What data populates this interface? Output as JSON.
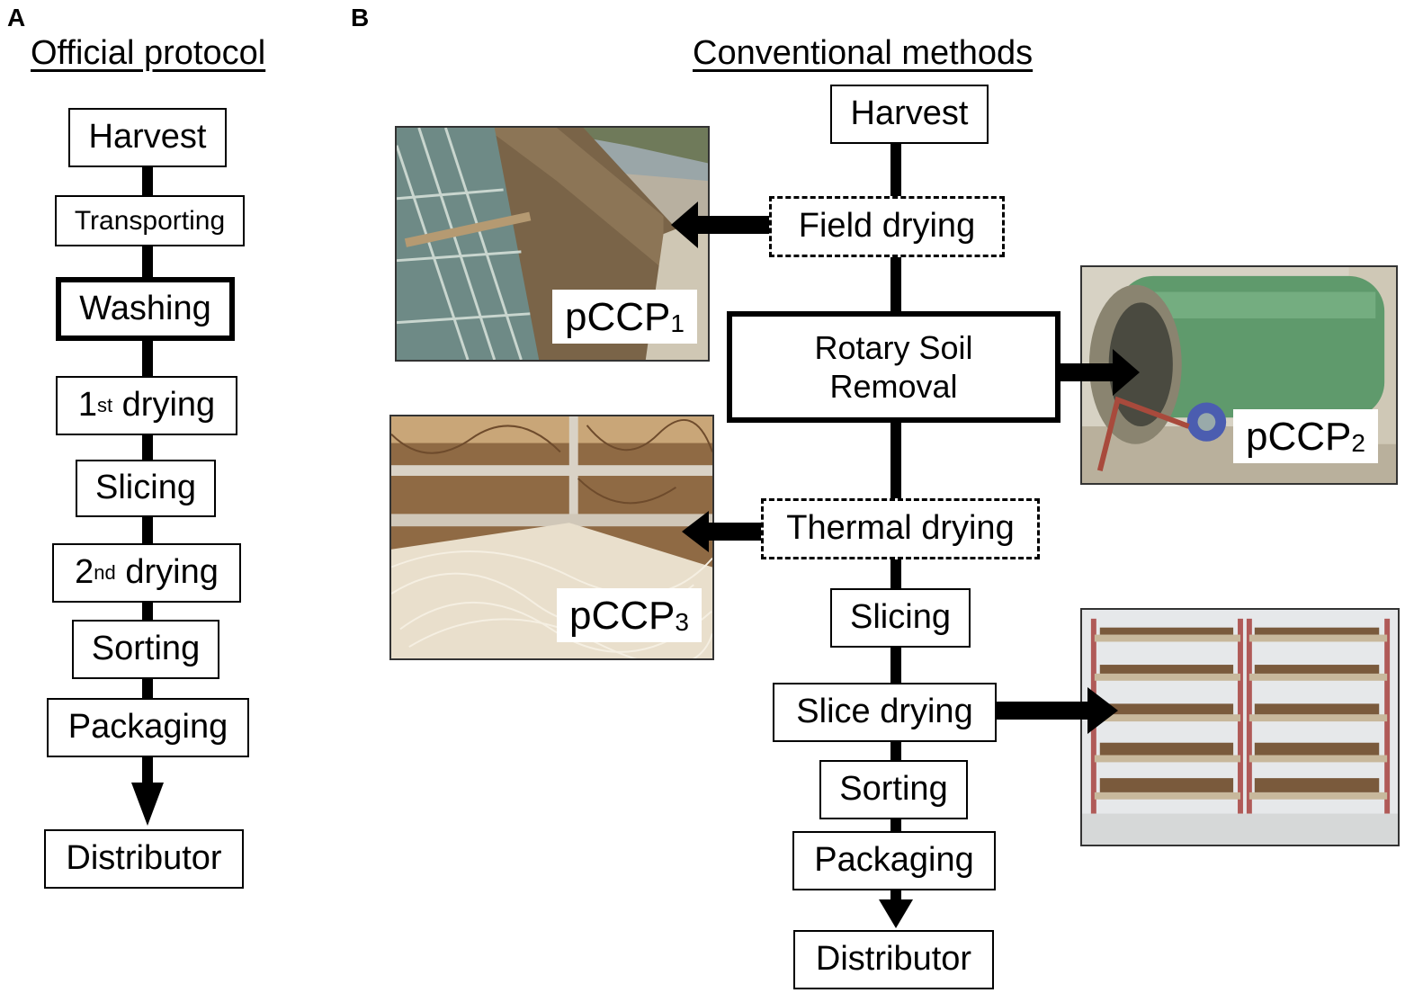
{
  "panel_a": {
    "letter": "A",
    "title": "Official protocol",
    "steps": {
      "harvest": "Harvest",
      "transporting": "Transporting",
      "washing": "Washing",
      "drying1_num": "1",
      "drying1_sup": "st",
      "drying1_rest": " drying",
      "slicing": "Slicing",
      "drying2_num": "2",
      "drying2_sup": "nd",
      "drying2_rest": " drying",
      "sorting": "Sorting",
      "packaging": "Packaging",
      "distributor": "Distributor"
    }
  },
  "panel_b": {
    "letter": "B",
    "title": "Conventional methods",
    "steps": {
      "harvest": "Harvest",
      "field_drying": "Field drying",
      "rotary_line1": "Rotary Soil",
      "rotary_line2": "Removal",
      "thermal_drying": "Thermal drying",
      "slicing": "Slicing",
      "slice_drying": "Slice drying",
      "sorting": "Sorting",
      "packaging": "Packaging",
      "distributor": "Distributor"
    },
    "photo_tags": {
      "pccp1_main": "pCCP",
      "pccp1_sub": "1",
      "pccp2_main": "pCCP",
      "pccp2_sub": "2",
      "pccp3_main": "pCCP",
      "pccp3_sub": "3"
    }
  }
}
